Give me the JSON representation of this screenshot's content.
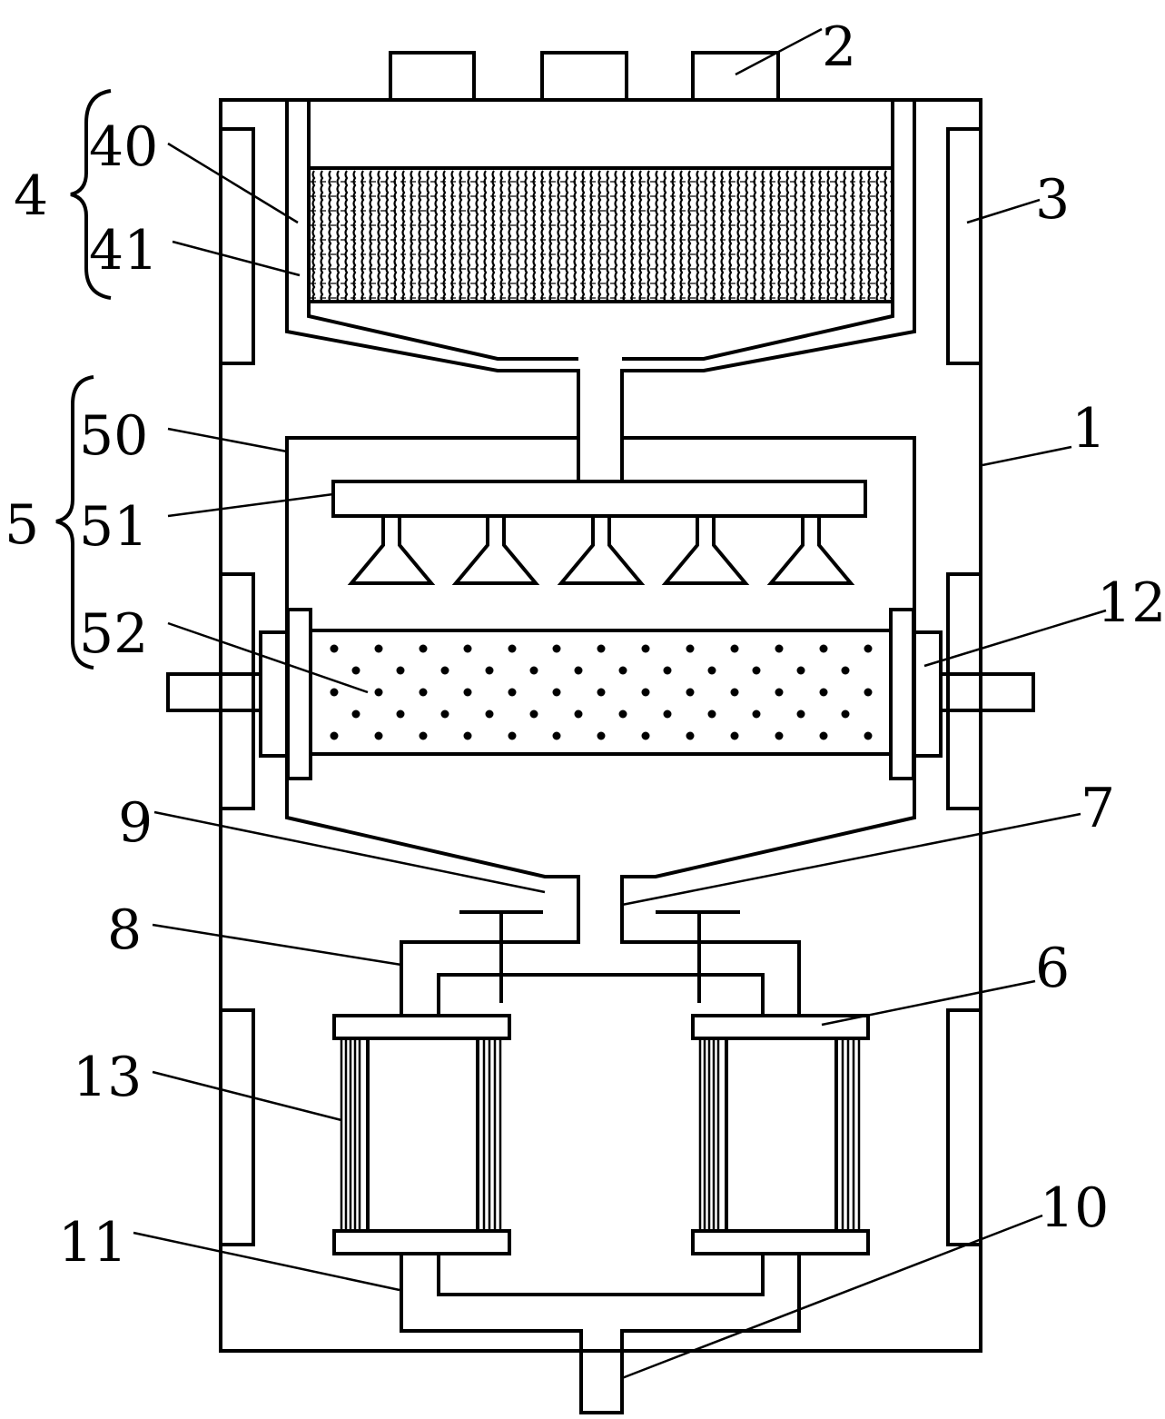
{
  "labels": {
    "l1": "1",
    "l2": "2",
    "l3": "3",
    "l4": "4",
    "l40": "40",
    "l41": "41",
    "l5": "5",
    "l50": "50",
    "l51": "51",
    "l52": "52",
    "l6": "6",
    "l7": "7",
    "l8": "8",
    "l9": "9",
    "l10": "10",
    "l11": "11",
    "l12": "12",
    "l13": "13"
  },
  "colors": {
    "stroke": "#000000",
    "background": "#ffffff"
  }
}
